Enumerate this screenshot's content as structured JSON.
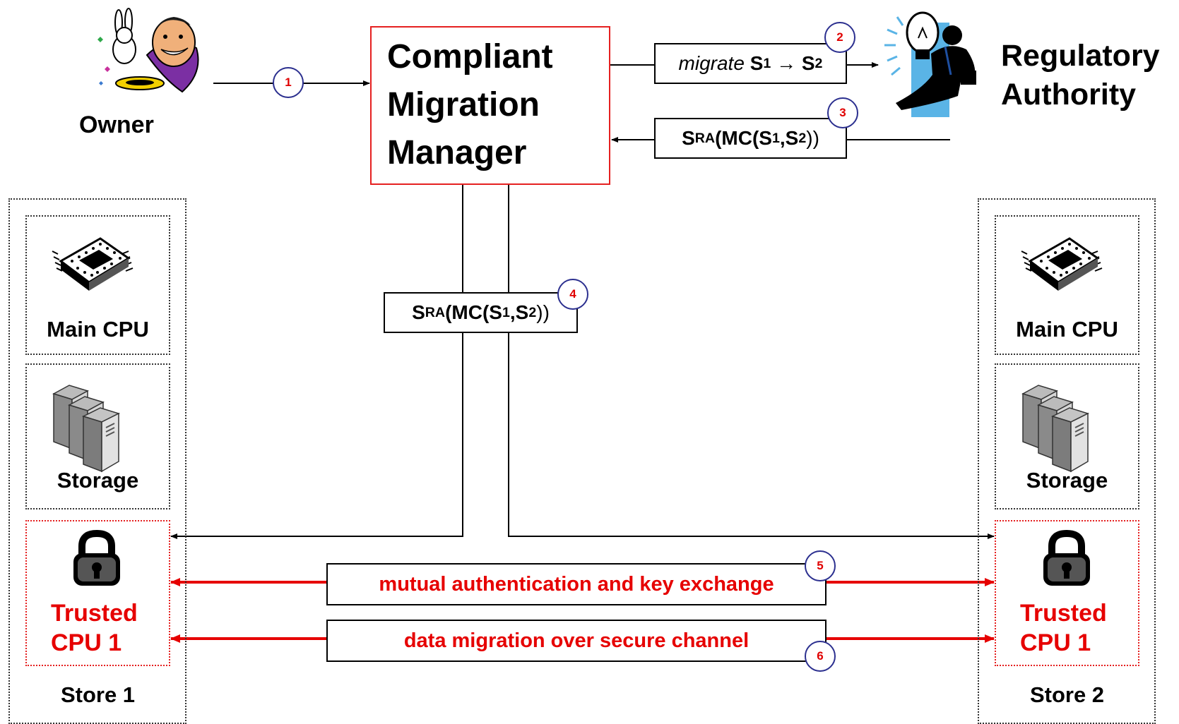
{
  "owner": {
    "label": "Owner",
    "icon": "magician-with-rabbit-icon"
  },
  "manager": {
    "line1": "Compliant",
    "line2": "Migration",
    "line3": "Manager",
    "border_color": "#e52020"
  },
  "authority": {
    "line1": "Regulatory",
    "line2": "Authority",
    "icon": "person-with-lightbulb-icon"
  },
  "messages": {
    "migrate": {
      "italic": "migrate",
      "s1": "S",
      "s1_sub": "1",
      "arrow": "→",
      "s2": "S",
      "s2_sub": "2"
    },
    "signed": {
      "s": "S",
      "s_sub": "RA",
      "open": "(MC(S",
      "sub1": "1",
      "comma": ",S",
      "sub2": "2",
      "close": "))"
    },
    "mutual_auth": "mutual authentication and key exchange",
    "data_migration": "data migration over secure channel"
  },
  "steps": [
    "1",
    "2",
    "3",
    "4",
    "5",
    "6"
  ],
  "stores": [
    {
      "main_cpu": "Main CPU",
      "storage": "Storage",
      "trusted_line1": "Trusted",
      "trusted_line2": "CPU 1",
      "name": "Store 1"
    },
    {
      "main_cpu": "Main CPU",
      "storage": "Storage",
      "trusted_line1": "Trusted",
      "trusted_line2": "CPU 1",
      "name": "Store 2"
    }
  ],
  "colors": {
    "accent_red": "#e60000",
    "step_circle": "#2b2f8f",
    "bulb_glow": "#5ab4e6"
  },
  "icons": [
    "cpu-chip-icon",
    "server-stack-icon",
    "padlock-icon"
  ]
}
